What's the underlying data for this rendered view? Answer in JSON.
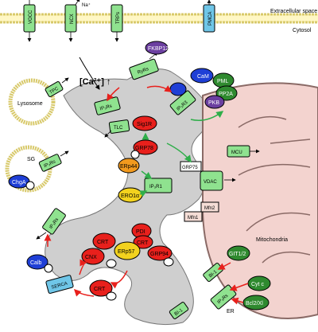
{
  "compartments": {
    "extracellular": "Extracellular space",
    "cytosol": "Cytosol",
    "lysosome": "Lysosome",
    "sg": "SG",
    "mitochondria": "Mitochondria",
    "er": "ER"
  },
  "ions": {
    "na": "Na⁺",
    "ca": "Ca²⁺",
    "ca_cytosol": "[Ca²⁺] ↑"
  },
  "channels": {
    "vocc": "VOCC",
    "ncx": "NCX",
    "trps": "TRPs",
    "pmca": "PMCA",
    "tpc": "TPC",
    "ip3rs": "IP₃Rs",
    "ip3r1": "IP₃R1",
    "ip3r3": "IP₃R3",
    "ryrs": "RyRs",
    "tlc": "TLC",
    "vdac": "VDAC",
    "mcu": "MCU",
    "serca": "SERCA",
    "bi1": "BI-1"
  },
  "proteins": {
    "fkbp12": "FKBP12",
    "cam": "CaM",
    "pml": "PML",
    "pp2a": "PP2A",
    "pkb": "PKB",
    "sig1r": "Sig1R",
    "grp78": "GRP78",
    "erp44": "ERp44",
    "ero1a": "ERO1α",
    "grp75": "GRP75",
    "mfn2": "Mfn2",
    "mfn1": "Mfn1",
    "pdi": "PDI",
    "crt": "CRT",
    "cnx": "CNX",
    "erp57": "ERp57",
    "grp94": "GRP94",
    "git12": "GIT1/2",
    "cytc": "Cyt c",
    "bcl2xl": "Bcl2/Xl",
    "chga": "ChgA",
    "calb": "Calb"
  },
  "colors": {
    "channel": "#8fe28f",
    "red": "#e8201c",
    "blue": "#1f3fd6",
    "darkgreen": "#2f8a2f",
    "purple": "#6b3fa0",
    "yellow": "#f2d21e",
    "orange": "#f29a1e",
    "er": "#cfcfcf",
    "pmca": "#6fc6e8",
    "mito": "#f3d3cf",
    "tan": "#f5ddd6"
  }
}
